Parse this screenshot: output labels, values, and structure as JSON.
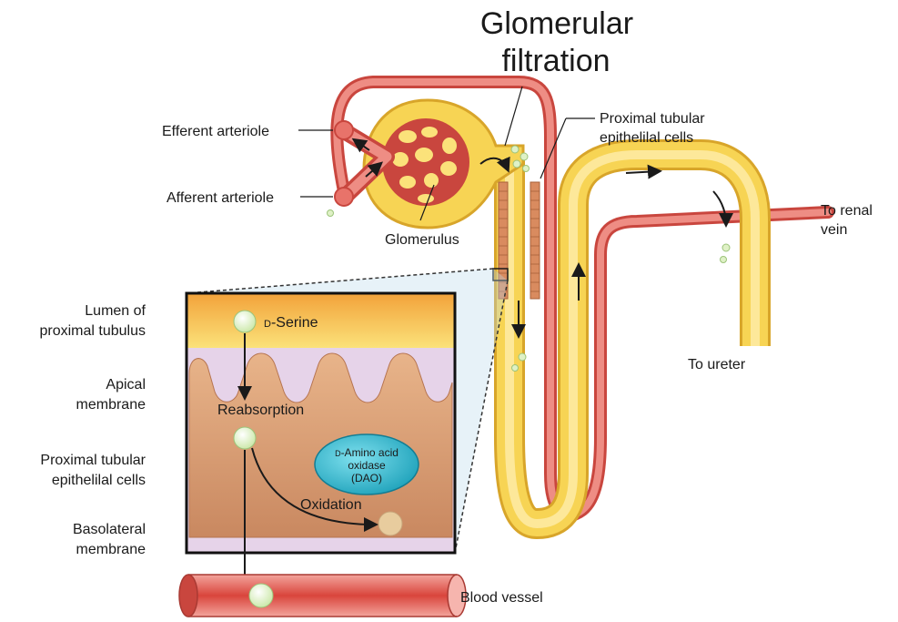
{
  "title": {
    "line1": "Glomerular",
    "line2": "filtration"
  },
  "labels": {
    "efferent_arteriole": "Efferent arteriole",
    "afferent_arteriole": "Afferent arteriole",
    "glomerulus": "Glomerulus",
    "proximal_tubular_cells_line1": "Proximal tubular",
    "proximal_tubular_cells_line2": "epithelilal cells",
    "to_renal_vein_line1": "To renal",
    "to_renal_vein_line2": "vein",
    "to_ureter": "To ureter",
    "blood_vessel": "Blood vessel"
  },
  "side_labels": {
    "lumen_line1": "Lumen of",
    "lumen_line2": "proximal tubulus",
    "apical_line1": "Apical",
    "apical_line2": "membrane",
    "epithelial_line1": "Proximal tubular",
    "epithelial_line2": "epithelilal cells",
    "basolateral_line1": "Basolateral",
    "basolateral_line2": "membrane"
  },
  "zoom_panel": {
    "d_serine_prefix": "D",
    "d_serine_rest": "-Serine",
    "reabsorption": "Reabsorption",
    "dao_line1_prefix": "D",
    "dao_line1_rest": "-Amino acid",
    "dao_line2": "oxidase",
    "dao_line3": "(DAO)",
    "oxidation": "Oxidation"
  },
  "colors": {
    "vessel": "#e8736a",
    "vessel_dark": "#c9463e",
    "tubule": "#f6cf45",
    "tubule_light": "#fde893",
    "cell_brown": "#d79a72",
    "lumen_top": "#f7d25a",
    "dao": "#2fb8cf",
    "particle": "#dff1c6"
  }
}
